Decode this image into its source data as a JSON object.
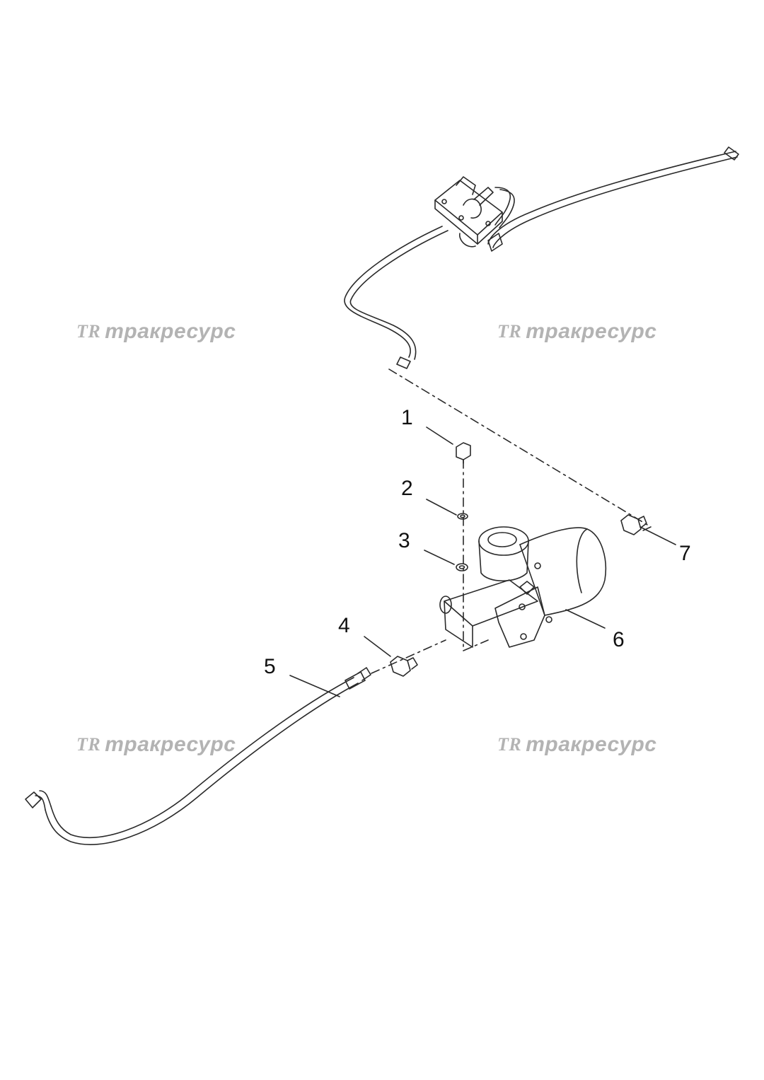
{
  "watermark": {
    "logo": "TR",
    "text": "тракресурс"
  },
  "callouts": [
    {
      "label": "1"
    },
    {
      "label": "2"
    },
    {
      "label": "3"
    },
    {
      "label": "4"
    },
    {
      "label": "5"
    },
    {
      "label": "6"
    },
    {
      "label": "7"
    }
  ],
  "colors": {
    "line": "#2a2a2a",
    "watermark": "#b3b3b3",
    "background": "#ffffff"
  }
}
